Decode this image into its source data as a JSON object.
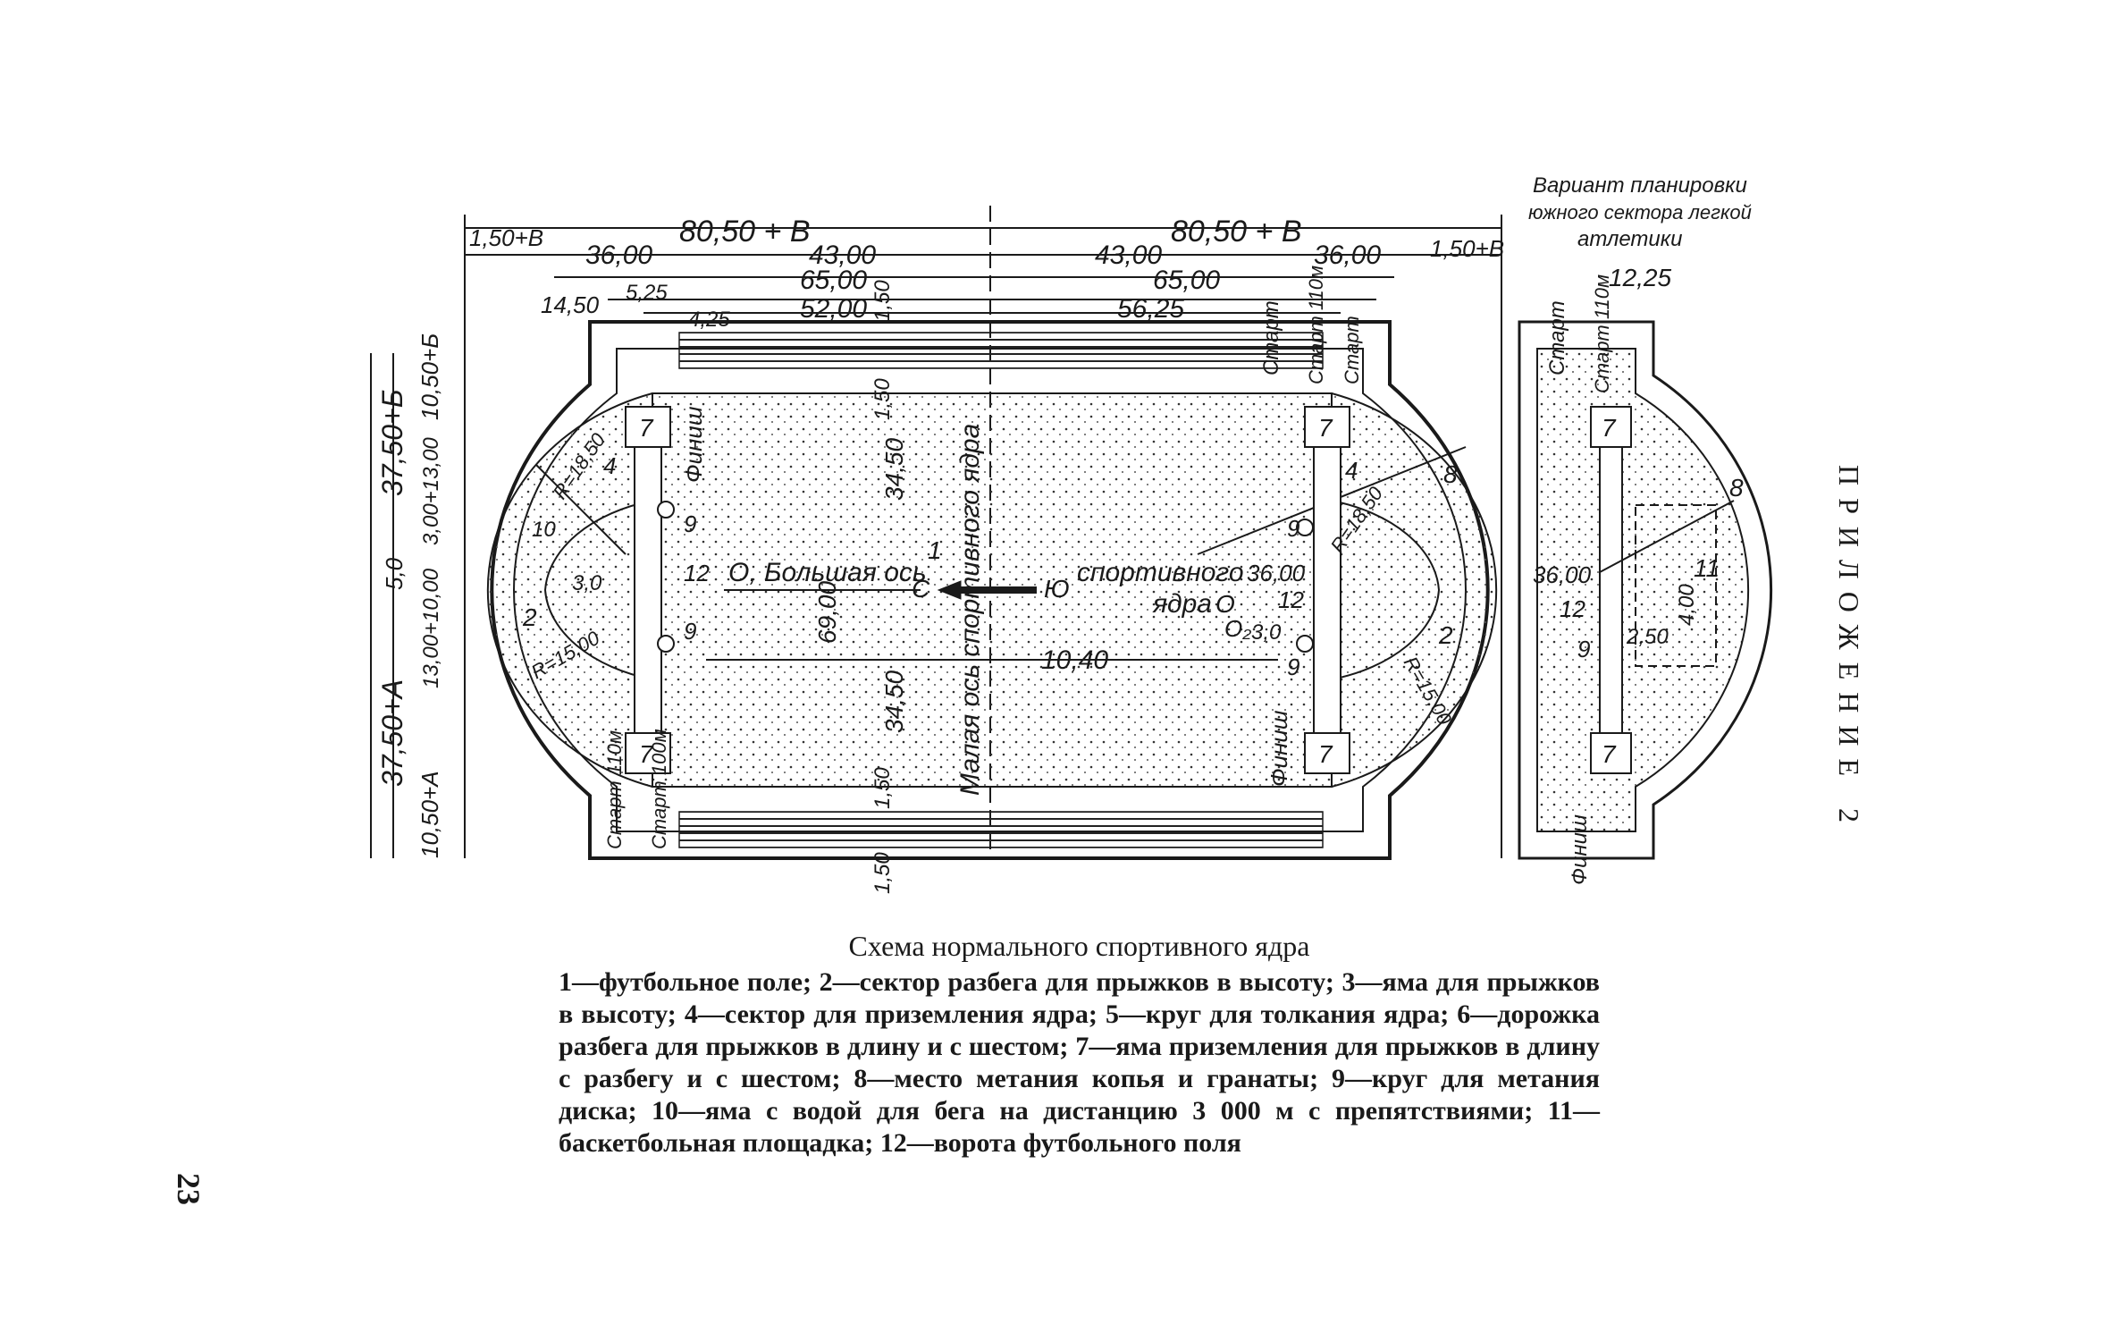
{
  "variant_note": [
    "Вариант планировки",
    "южного сектора легкой",
    "атлетики"
  ],
  "dims": {
    "half_top": "80,50 + В",
    "edge_top": "1,50+В",
    "d36": "36,00",
    "d43": "43,00",
    "d65": "65,00",
    "d52": "52,00",
    "d5625": "56,25",
    "d1450": "14,50",
    "d525": "5,25",
    "d425": "4,25",
    "d150": "1,50",
    "d3450": "34,50",
    "d6900": "69,00",
    "d1040": "10,40",
    "d1225": "12,25",
    "d3600": "36,00",
    "d5_0": "5,0",
    "d3_0": "3,0",
    "d2_50": "2,50",
    "d4_00": "4,00",
    "r18_50": "R=18,50",
    "r15_00": "R=15,00",
    "left_top": "37,50+Б",
    "left_bottom": "37,50+А",
    "left_top2": "10,50+Б",
    "left_bottom2": "10,50+А",
    "left_mid1": "3,00+13,00",
    "left_mid2": "13,00+10,00"
  },
  "labels": {
    "big_axis": "О, Большая ось",
    "small_axis": "Малая ось спортивного ядра",
    "north": "С",
    "south": "Ю",
    "sport": "спортивного",
    "core": "ядра",
    "o": "О",
    "o2": "О₂",
    "start": "Старт",
    "start_110": "Старт 110м",
    "start_100": "Старт 100м",
    "finish": "Финиш",
    "one": "1"
  },
  "numbers": [
    "2",
    "4",
    "7",
    "8",
    "9",
    "10",
    "11",
    "12"
  ],
  "caption": {
    "title": "Схема нормального спортивного ядра",
    "body": "1—футбольное поле; 2—сектор разбега для прыжков в высоту; 3—яма для прыжков в высоту; 4—сектор для приземления ядра; 5—круг для толкания ядра; 6—дорожка разбега для прыжков в длину и с шестом; 7—яма приземления для прыжков в длину с разбегу и с шестом; 8—место метания копья и гранаты; 9—круг для метания диска; 10—яма с водой для бега на дистанцию 3 000 м с препятствиями; 11—баскетбольная площадка; 12—ворота футбольного поля"
  },
  "appendix": "ПРИЛОЖЕНИЕ 2",
  "page_number": "23"
}
